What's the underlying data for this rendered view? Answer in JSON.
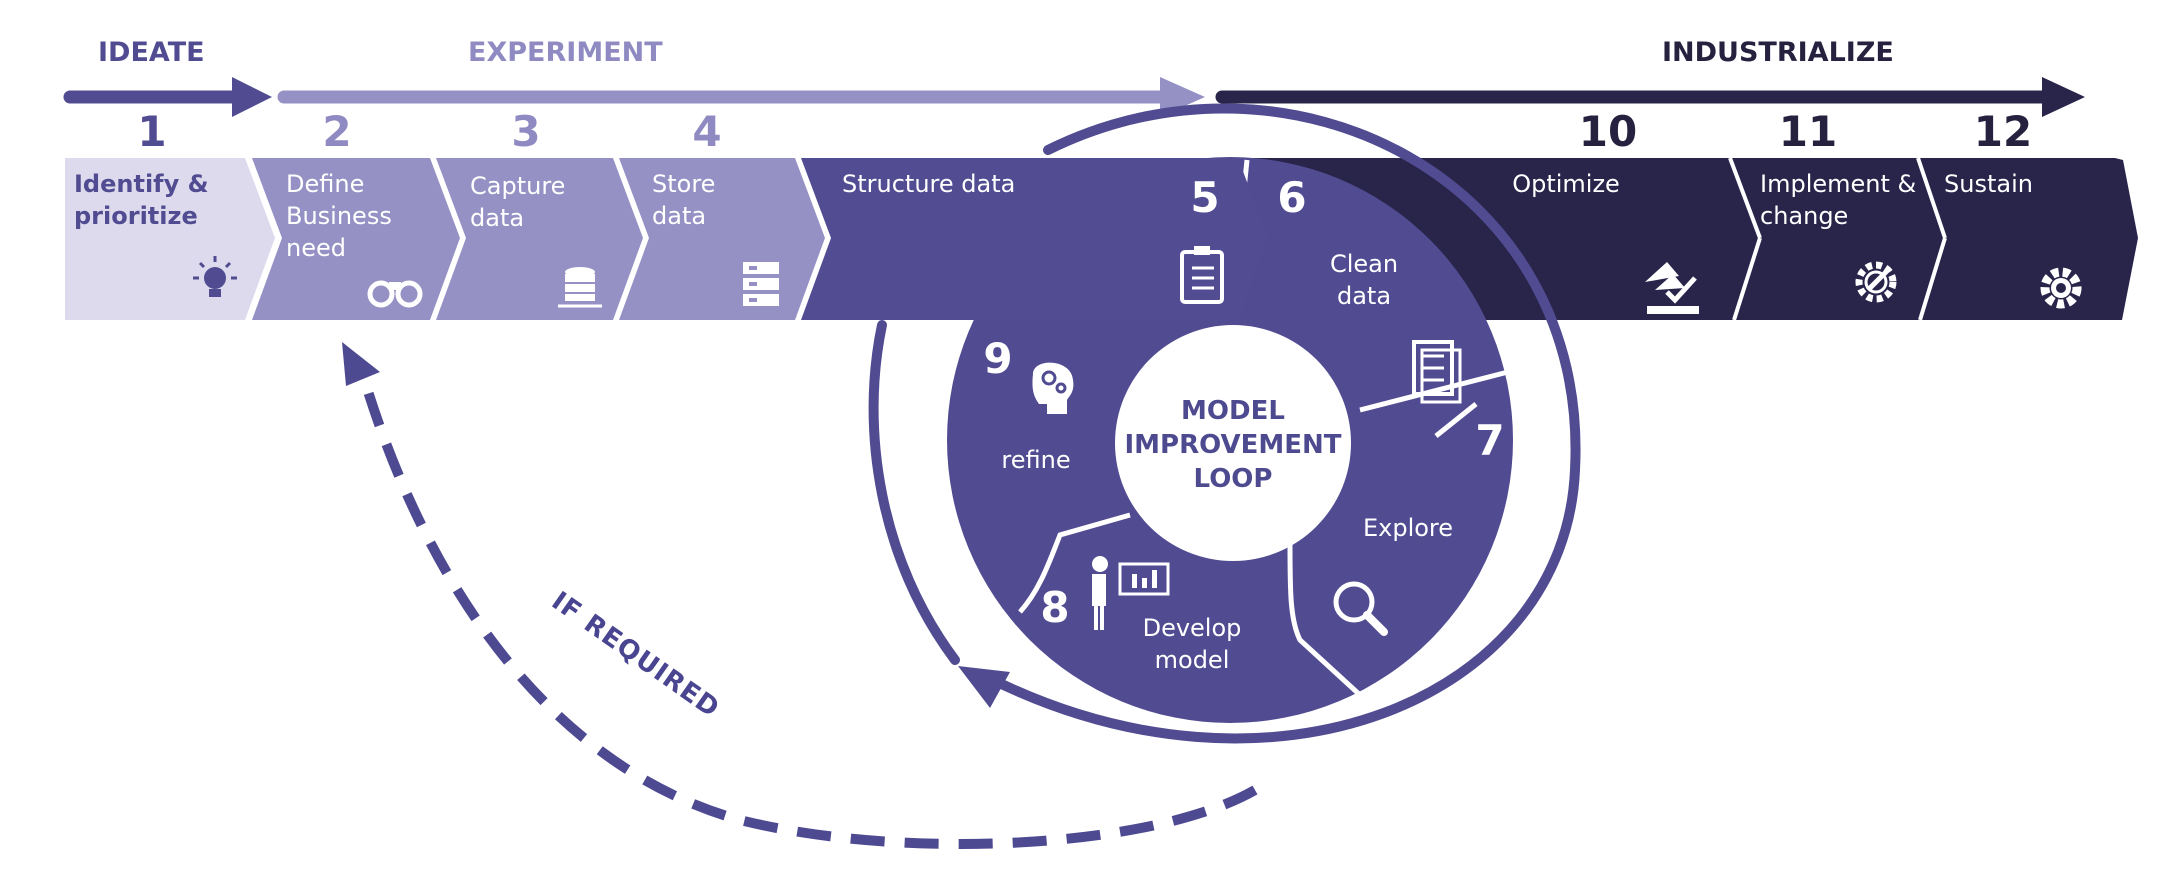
{
  "colors": {
    "ideate_fill": "#dcdaec",
    "light_step": "#9591c4",
    "structure": "#524d93",
    "loop": "#514c92",
    "industrialize": "#28244a",
    "ideate_text": "#514c92",
    "experiment_text": "#8f8bc2",
    "industrialize_text": "#25213f"
  },
  "phases": {
    "ideate": "IDEATE",
    "experiment": "EXPERIMENT",
    "industrialize": "INDUSTRIALIZE"
  },
  "steps": {
    "s1": {
      "num": "1",
      "line1": "Identify &",
      "line2": "prioritize",
      "icon": "lightbulb-icon"
    },
    "s2": {
      "num": "2",
      "line1": "Define",
      "line2": "Business",
      "line3": "need",
      "icon": "binoculars-icon"
    },
    "s3": {
      "num": "3",
      "line1": "Capture",
      "line2": "data",
      "icon": "database-icon"
    },
    "s4": {
      "num": "4",
      "line1": "Store",
      "line2": "data",
      "icon": "server-icon"
    },
    "s5": {
      "num": "5",
      "line1": "Structure data",
      "icon": "clipboard-icon"
    },
    "s6": {
      "num": "6",
      "line1": "Clean",
      "line2": "data",
      "icon": "checklist-icon"
    },
    "s7": {
      "num": "7",
      "line1": "Explore",
      "icon": "magnifier-icon"
    },
    "s8": {
      "num": "8",
      "line1": "Develop",
      "line2": "model",
      "icon": "presenter-icon"
    },
    "s9": {
      "num": "9",
      "line1": "refine",
      "icon": "brain-gears-icon"
    },
    "s10": {
      "num": "10",
      "line1": "Optimize",
      "icon": "hand-check-icon"
    },
    "s11": {
      "num": "11",
      "line1": "Implement &",
      "line2": "change",
      "icon": "gear-wrench-icon"
    },
    "s12": {
      "num": "12",
      "line1": "Sustain",
      "icon": "gear-icon"
    }
  },
  "center": {
    "line1": "MODEL",
    "line2": "IMPROVEMENT",
    "line3": "LOOP"
  },
  "if_required": "IF REQUIRED"
}
